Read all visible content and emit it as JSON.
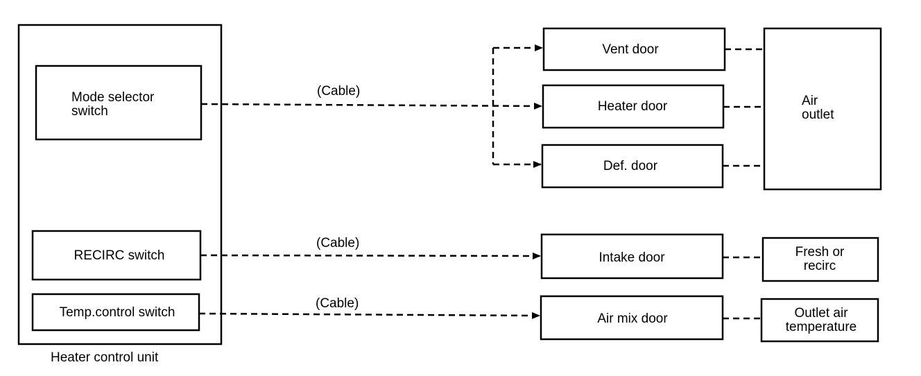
{
  "unit_label": "Heater control unit",
  "switches": {
    "mode": "Mode selector\nswitch",
    "recirc": "RECIRC switch",
    "temp": "Temp.control switch"
  },
  "doors": {
    "vent": "Vent door",
    "heater": "Heater door",
    "def": "Def. door",
    "intake": "Intake door",
    "air_mix": "Air mix door"
  },
  "outputs": {
    "air_outlet": "Air\noutlet",
    "fresh_recirc": "Fresh or\nrecirc",
    "outlet_temp": "Outlet air\ntemperature"
  },
  "connection_labels": {
    "mode_cable": "(Cable)",
    "recirc_cable": "(Cable)",
    "temp_cable": "(Cable)"
  }
}
